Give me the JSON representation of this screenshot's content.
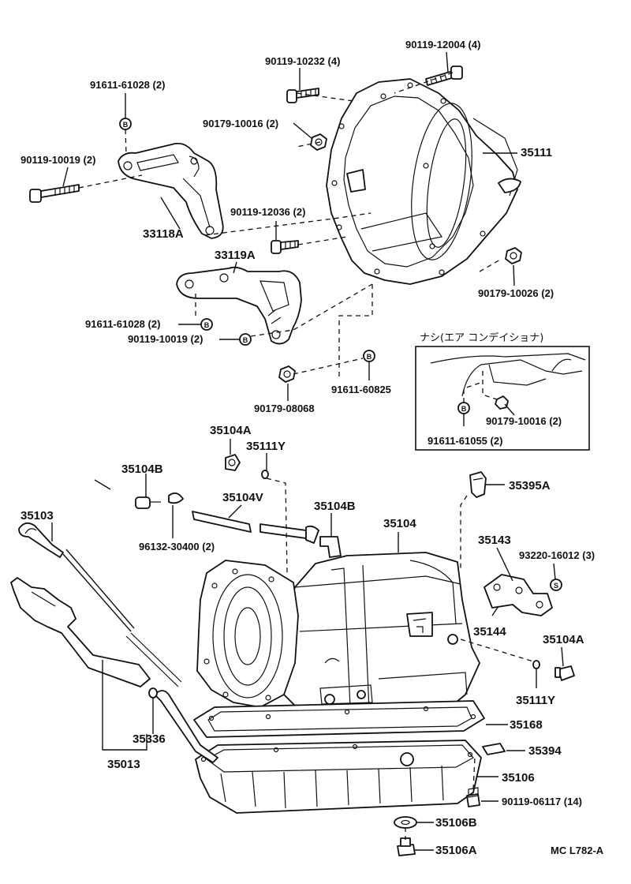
{
  "diagram": {
    "labels": {
      "l_90119_12004": "90119-12004 (4)",
      "l_90119_10232": "90119-10232 (4)",
      "l_91611_61028_a": "91611-61028 (2)",
      "l_90179_10016": "90179-10016 (2)",
      "l_35111": "35111",
      "l_90119_10019_a": "90119-10019 (2)",
      "l_33118A": "33118A",
      "l_90119_12036": "90119-12036 (2)",
      "l_33119A": "33119A",
      "l_90179_10026": "90179-10026 (2)",
      "l_91611_61028_b": "91611-61028 (2)",
      "l_90119_10019_b": "90119-10019 (2)",
      "l_91611_60825": "91611-60825",
      "l_90179_08068": "90179-08068",
      "l_35104A_a": "35104A",
      "l_35111Y_a": "35111Y",
      "l_35104B_a": "35104B",
      "l_35104V": "35104V",
      "l_35104B_b": "35104B",
      "l_35395A": "35395A",
      "l_35103": "35103",
      "l_96132_30400": "96132-30400 (2)",
      "l_35104": "35104",
      "l_35143": "35143",
      "l_93220_16012": "93220-16012 (3)",
      "l_35144": "35144",
      "l_35104A_b": "35104A",
      "l_35111Y_b": "35111Y",
      "l_35168": "35168",
      "l_35336": "35336",
      "l_35394": "35394",
      "l_35013": "35013",
      "l_35106": "35106",
      "l_90119_06117": "90119-06117 (14)",
      "l_35106B": "35106B",
      "l_35106A": "35106A"
    },
    "inset": {
      "title": "ナシ(エア コンデイショナ)",
      "l_90179_10016": "90179-10016 (2)",
      "l_91611_61055": "91611-61055 (2)"
    },
    "markers": {
      "b": "B",
      "s": "S"
    },
    "code": "MC L782-A"
  }
}
